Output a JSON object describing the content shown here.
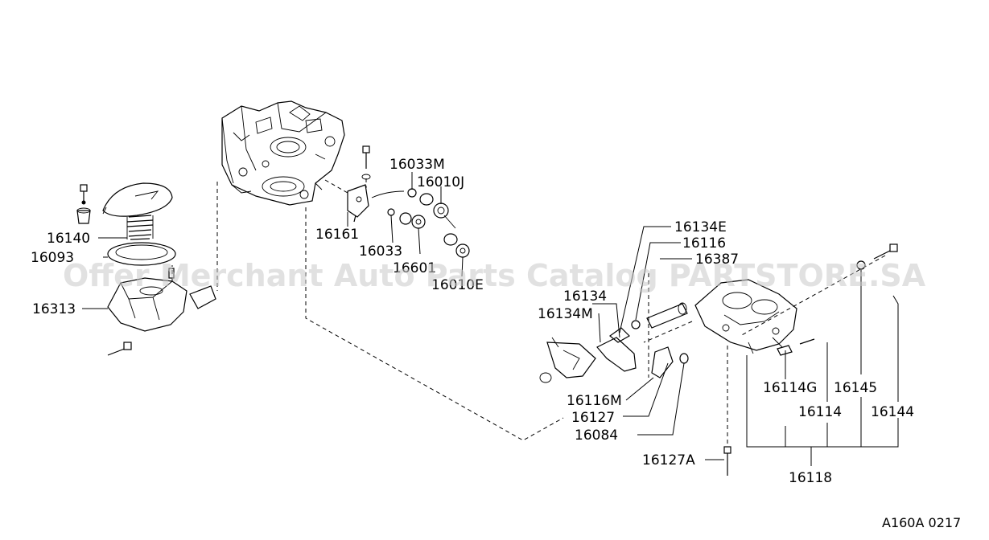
{
  "watermark": "Offer Merchant Auto Parts Catalog PARTSTORE.SA",
  "diagram_code": "A160A 0217",
  "part_labels": {
    "p16140": "16140",
    "p16093": "16093",
    "p16313": "16313",
    "p16161": "16161",
    "p16033M": "16033M",
    "p16010J": "16010J",
    "p16033": "16033",
    "p16601": "16601",
    "p16010E": "16010E",
    "p16134E": "16134E",
    "p16116": "16116",
    "p16387": "16387",
    "p16134": "16134",
    "p16134M": "16134M",
    "p16116M": "16116M",
    "p16127": "16127",
    "p16084": "16084",
    "p16127A": "16127A",
    "p16114G": "16114G",
    "p16145": "16145",
    "p16114": "16114",
    "p16144": "16144",
    "p16118": "16118"
  }
}
